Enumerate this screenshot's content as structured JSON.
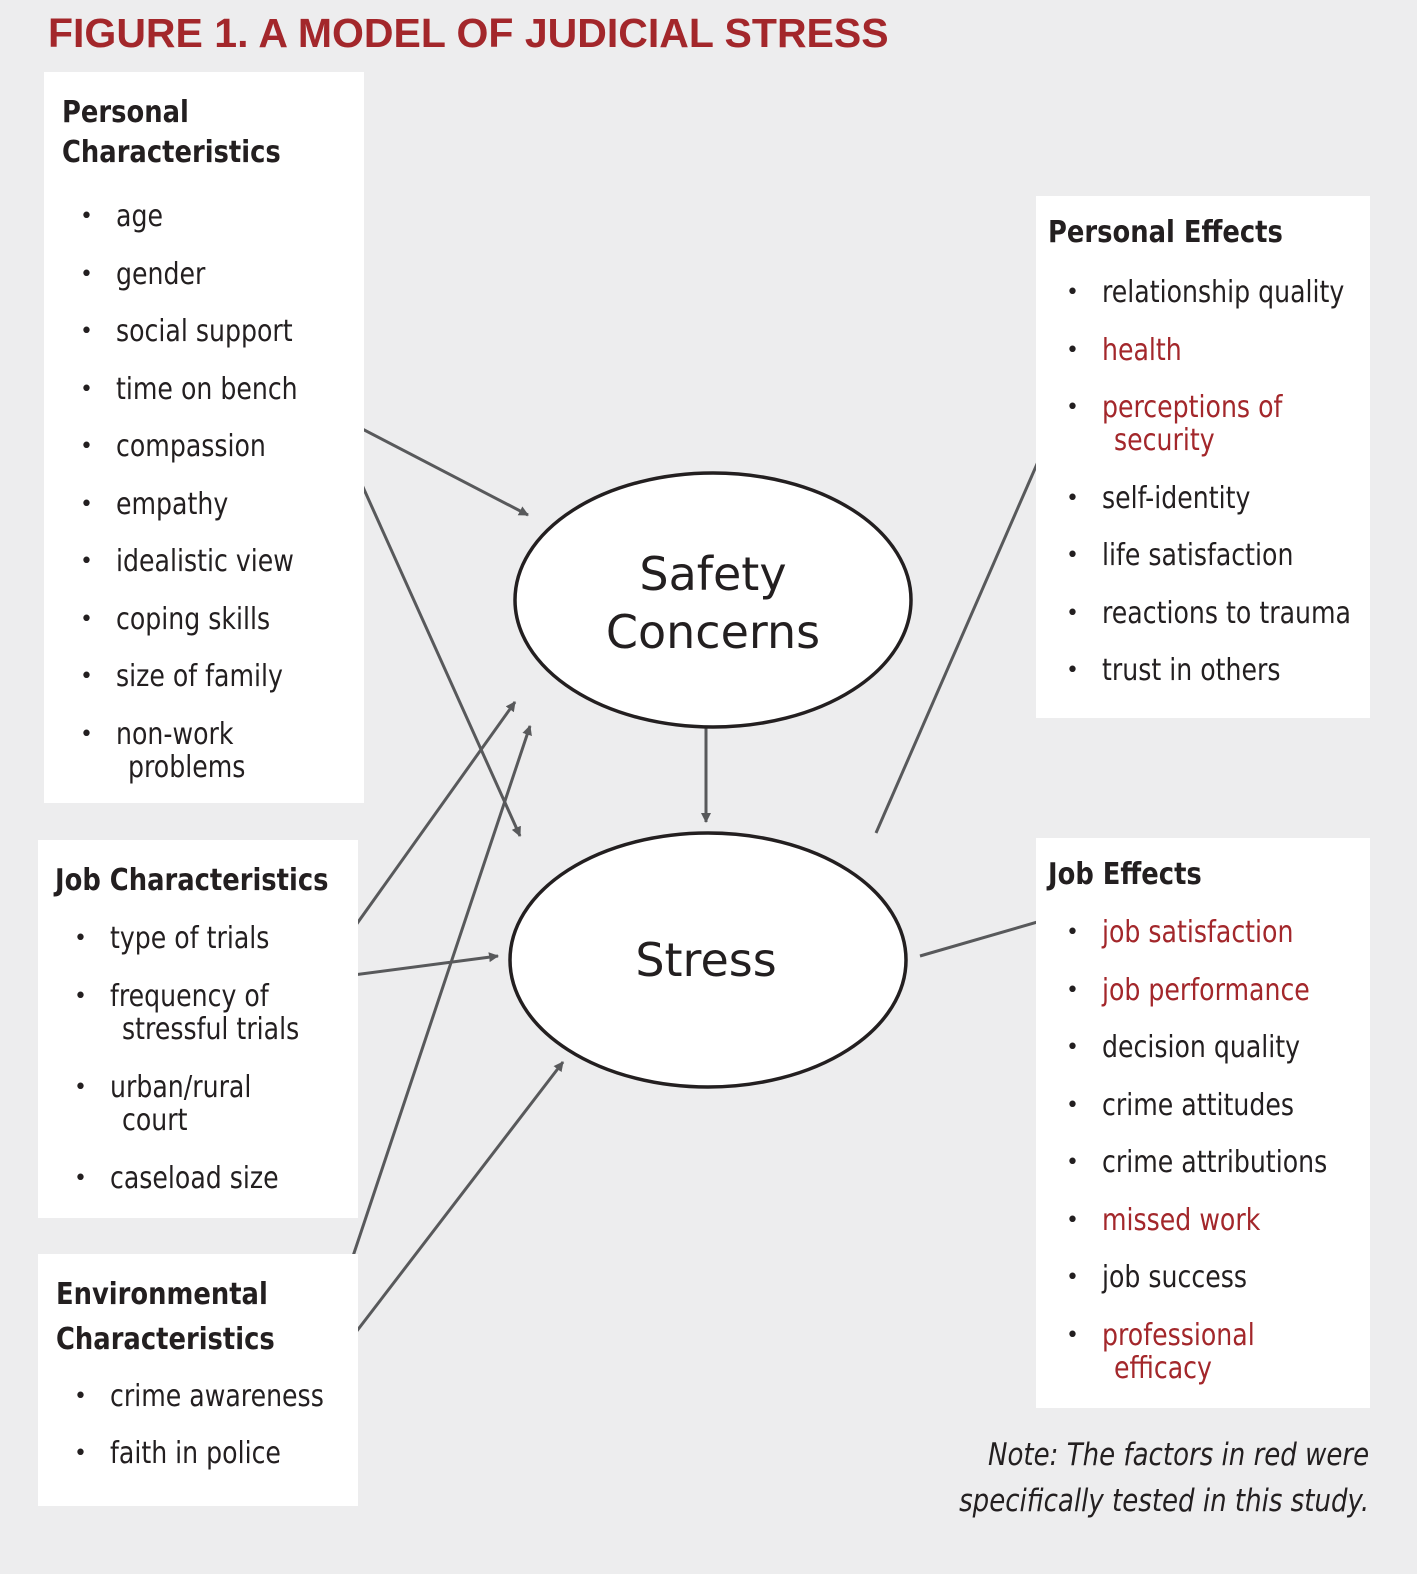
{
  "title": "FIGURE 1.  A MODEL OF JUDICIAL STRESS",
  "colors": {
    "accent": "#a3272b",
    "text": "#231f20",
    "arrow": "#58595b",
    "background": "#ededee"
  },
  "personal_characteristics": {
    "title_line1": "Personal",
    "title_line2": "Characteristics",
    "items": [
      {
        "line1": "age"
      },
      {
        "line1": "gender"
      },
      {
        "line1": "social support"
      },
      {
        "line1": "time on bench"
      },
      {
        "line1": "compassion"
      },
      {
        "line1": "empathy"
      },
      {
        "line1": "idealistic view"
      },
      {
        "line1": "coping skills"
      },
      {
        "line1": "size of family"
      },
      {
        "line1": "non-work",
        "line2": "problems"
      }
    ]
  },
  "job_characteristics": {
    "title": "Job Characteristics",
    "items": [
      {
        "line1": "type of trials"
      },
      {
        "line1": "frequency of",
        "line2": "stressful trials"
      },
      {
        "line1": "urban/rural",
        "line2": "court"
      },
      {
        "line1": "caseload size"
      }
    ]
  },
  "environmental_characteristics": {
    "title_line1": "Environmental",
    "title_line2": "Characteristics",
    "items": [
      {
        "line1": "crime awareness"
      },
      {
        "line1": "faith in police"
      }
    ]
  },
  "nodes": {
    "safety_line1": "Safety",
    "safety_line2": "Concerns",
    "stress": "Stress"
  },
  "personal_effects": {
    "title": "Personal Effects",
    "items": [
      {
        "line1": "relationship quality",
        "red": false
      },
      {
        "line1": "health",
        "red": true
      },
      {
        "line1": "perceptions of",
        "line2": "security",
        "red": true
      },
      {
        "line1": "self-identity",
        "red": false
      },
      {
        "line1": "life satisfaction",
        "red": false
      },
      {
        "line1": "reactions to trauma",
        "red": false
      },
      {
        "line1": "trust in others",
        "red": false
      }
    ]
  },
  "job_effects": {
    "title": "Job Effects",
    "items": [
      {
        "line1": "job satisfaction",
        "red": true
      },
      {
        "line1": "job performance",
        "red": true
      },
      {
        "line1": "decision quality",
        "red": false
      },
      {
        "line1": "crime attitudes",
        "red": false
      },
      {
        "line1": "crime attributions",
        "red": false
      },
      {
        "line1": "missed work",
        "red": true
      },
      {
        "line1": "job success",
        "red": false
      },
      {
        "line1": "professional",
        "line2": "efficacy",
        "red": true
      }
    ]
  },
  "note_line1": "Note: The factors in red were",
  "note_line2": "specifically tested in this study."
}
